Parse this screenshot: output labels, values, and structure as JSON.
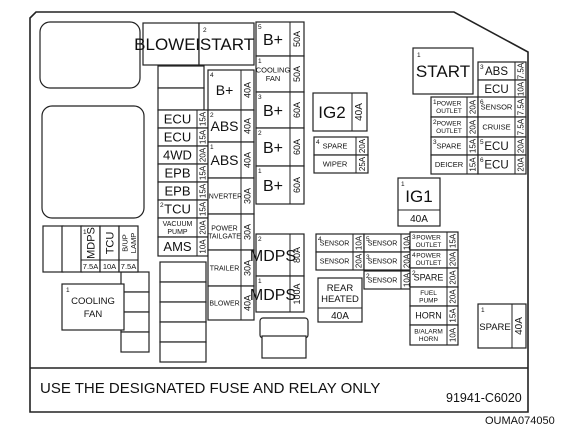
{
  "notice": "USE THE DESIGNATED FUSE AND RELAY ONLY",
  "part_number": "91941-C6020",
  "image_code": "OUMA074050",
  "relays": {
    "blower": "BLOWER",
    "start_top_num": "2",
    "start_top": "START",
    "start_right_num": "1",
    "start_right": "START",
    "ig2": "IG2",
    "ig2_amp": "40A",
    "ig1_num": "1",
    "ig1": "IG1",
    "ig1_amp": "40A",
    "cooling_fan_num": "1",
    "cooling_fan": "COOLING FAN",
    "rear_heated": "REAR HEATED",
    "rear_heated_amp": "40A",
    "spare_right_num": "1",
    "spare_right": "SPARE",
    "spare_right_amp": "40A"
  },
  "col_b": [
    {
      "num": "",
      "label": "ECU",
      "amp": "15A"
    },
    {
      "num": "",
      "label": "ECU",
      "amp": "15A"
    },
    {
      "num": "",
      "label": "4WD",
      "amp": "20A"
    },
    {
      "num": "",
      "label": "EPB",
      "amp": "15A"
    },
    {
      "num": "",
      "label": "EPB",
      "amp": "15A"
    },
    {
      "num": "2",
      "label": "TCU",
      "amp": "15A"
    },
    {
      "num": "",
      "label": "VACUUM PUMP",
      "amp": "20A"
    },
    {
      "num": "",
      "label": "AMS",
      "amp": "10A"
    }
  ],
  "col_c": [
    {
      "num": "4",
      "label": "B+",
      "amp": "40A"
    },
    {
      "num": "2",
      "label": "ABS",
      "amp": "40A"
    },
    {
      "num": "1",
      "label": "ABS",
      "amp": "40A"
    },
    {
      "num": "",
      "label": "INVERTER",
      "amp": "30A"
    },
    {
      "num": "",
      "label": "POWER TAILGATE",
      "amp": "30A"
    },
    {
      "num": "",
      "label": "TRAILER",
      "amp": "30A"
    },
    {
      "num": "",
      "label": "BLOWER",
      "amp": "40A"
    }
  ],
  "col_d": [
    {
      "num": "5",
      "label": "B+",
      "amp": "50A"
    },
    {
      "num": "1",
      "label": "COOLING FAN",
      "amp": "50A"
    },
    {
      "num": "3",
      "label": "B+",
      "amp": "60A"
    },
    {
      "num": "2",
      "label": "B+",
      "amp": "60A"
    },
    {
      "num": "1",
      "label": "B+",
      "amp": "60A"
    },
    {
      "num": "2",
      "label": "MDPS",
      "amp": "80A"
    },
    {
      "num": "1",
      "label": "MDPS",
      "amp": "100A"
    }
  ],
  "bottom_left": [
    {
      "num": "1",
      "label": "MDPS",
      "amp": "7.5A"
    },
    {
      "num": "",
      "label": "TCU",
      "amp": "10A"
    },
    {
      "num": "",
      "label": "B/UP LAMP",
      "amp": "7.5A"
    }
  ],
  "spare_wiper": [
    {
      "num": "4",
      "label": "SPARE",
      "amp": "20A"
    },
    {
      "num": "",
      "label": "WIPER",
      "amp": "25A"
    }
  ],
  "abs_ecu": [
    {
      "num": "3",
      "label": "ABS",
      "amp": "7.5A"
    },
    {
      "num": "",
      "label": "ECU",
      "amp": "10A"
    }
  ],
  "right_grid": [
    {
      "num": "1",
      "label": "POWER OUTLET",
      "amp": "20A"
    },
    {
      "num": "6",
      "label": "SENSOR",
      "amp": "7.5A"
    },
    {
      "num": "2",
      "label": "POWER OUTLET",
      "amp": "20A"
    },
    {
      "num": "",
      "label": "CRUISE",
      "amp": "7.5A"
    },
    {
      "num": "3",
      "label": "SPARE",
      "amp": "15A"
    },
    {
      "num": "5",
      "label": "ECU",
      "amp": "20A"
    },
    {
      "num": "",
      "label": "DEICER",
      "amp": "15A"
    },
    {
      "num": "6",
      "label": "ECU",
      "amp": "20A"
    }
  ],
  "sensor_grid": [
    {
      "num": "4",
      "label": "SENSOR",
      "amp": "10A"
    },
    {
      "num": "5",
      "label": "SENSOR",
      "amp": "10A"
    },
    {
      "num": "",
      "label": "SENSOR",
      "amp": "20A"
    },
    {
      "num": "3",
      "label": "SENSOR",
      "amp": "20A"
    },
    {
      "num": "2",
      "label": "SENSOR",
      "amp": "10A"
    }
  ],
  "outlet_col": [
    {
      "num": "3",
      "label": "POWER OUTLET",
      "amp": "15A"
    },
    {
      "num": "4",
      "label": "POWER OUTLET",
      "amp": "20A"
    },
    {
      "num": "2",
      "label": "SPARE",
      "amp": "20A"
    },
    {
      "num": "",
      "label": "FUEL PUMP",
      "amp": "20A"
    },
    {
      "num": "",
      "label": "HORN",
      "amp": "15A"
    },
    {
      "num": "",
      "label": "B/ALARM HORN",
      "amp": "10A"
    }
  ]
}
